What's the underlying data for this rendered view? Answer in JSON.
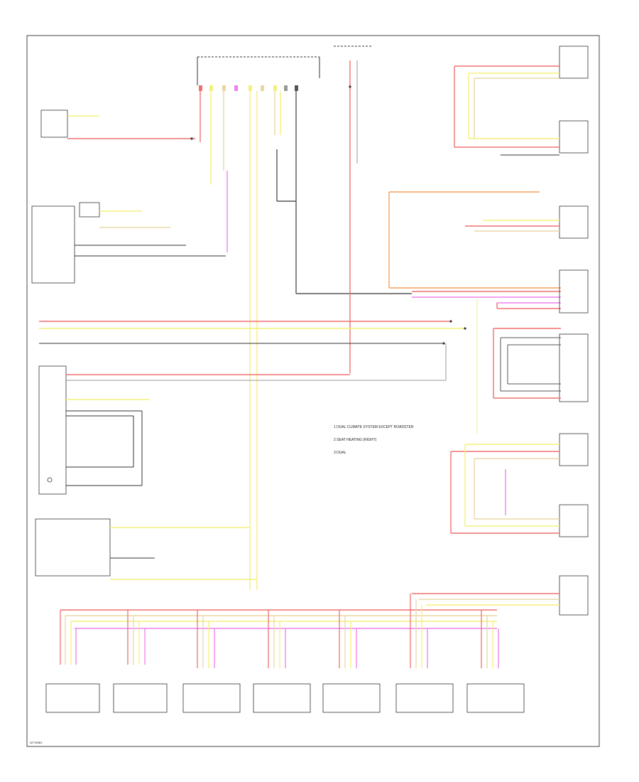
{
  "diagram": {
    "footer_code": "W7789B1",
    "notes": [
      "1  DUAL CLIMATE SYSTEM EXCEPT ROADSTER",
      "2  SEAT HEATING (RIGHT)",
      "3  DUAL"
    ],
    "colors": {
      "red": "#f07070",
      "pink": "#f4a0a8",
      "yellow": "#f4f07a",
      "tan": "#e8d8a8",
      "magenta": "#ee80ee",
      "orange": "#f5a05a",
      "gray": "#999999",
      "dark": "#555555",
      "line": "#333333"
    }
  }
}
